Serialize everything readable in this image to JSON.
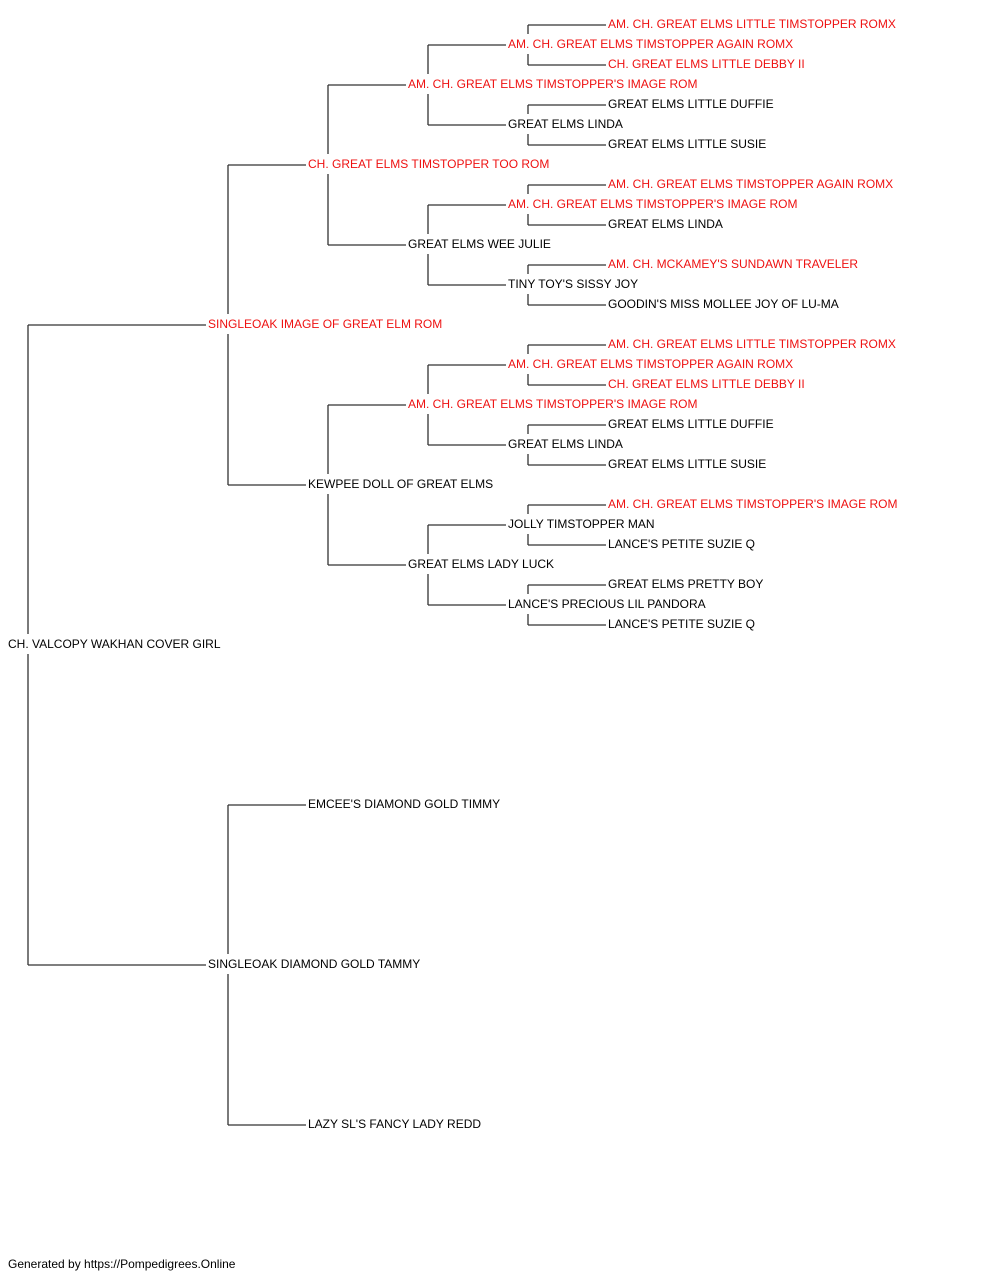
{
  "colors": {
    "champion": "#ee1111",
    "normal": "#000000",
    "line": "#333333"
  },
  "pedigree": [
    {
      "id": "p1",
      "name": "CH. VALCOPY WAKHAN COVER GIRL",
      "champ": false
    },
    {
      "id": "p2",
      "name": "SINGLEOAK IMAGE OF GREAT ELM ROM",
      "champ": true
    },
    {
      "id": "p3",
      "name": "SINGLEOAK DIAMOND GOLD TAMMY",
      "champ": false
    },
    {
      "id": "p4",
      "name": "CH. GREAT ELMS TIMSTOPPER TOO ROM",
      "champ": true
    },
    {
      "id": "p5",
      "name": "KEWPEE DOLL OF GREAT ELMS",
      "champ": false
    },
    {
      "id": "p6",
      "name": "EMCEE'S DIAMOND GOLD TIMMY",
      "champ": false
    },
    {
      "id": "p7",
      "name": "LAZY SL'S FANCY LADY REDD",
      "champ": false
    },
    {
      "id": "p8",
      "name": "AM. CH. GREAT ELMS TIMSTOPPER'S IMAGE ROM",
      "champ": true
    },
    {
      "id": "p9",
      "name": "GREAT ELMS WEE JULIE",
      "champ": false
    },
    {
      "id": "p10",
      "name": "AM. CH. GREAT ELMS TIMSTOPPER'S IMAGE ROM",
      "champ": true
    },
    {
      "id": "p11",
      "name": "GREAT ELMS LADY LUCK",
      "champ": false
    },
    {
      "id": "p16",
      "name": "AM. CH. GREAT ELMS TIMSTOPPER AGAIN ROMX",
      "champ": true
    },
    {
      "id": "p17",
      "name": "GREAT ELMS LINDA",
      "champ": false
    },
    {
      "id": "p18",
      "name": "AM. CH. GREAT ELMS TIMSTOPPER'S IMAGE ROM",
      "champ": true
    },
    {
      "id": "p19",
      "name": "TINY TOY'S SISSY JOY",
      "champ": false
    },
    {
      "id": "p20",
      "name": "AM. CH. GREAT ELMS TIMSTOPPER AGAIN ROMX",
      "champ": true
    },
    {
      "id": "p21",
      "name": "GREAT ELMS LINDA",
      "champ": false
    },
    {
      "id": "p22",
      "name": "JOLLY TIMSTOPPER MAN",
      "champ": false
    },
    {
      "id": "p23",
      "name": "LANCE'S PRECIOUS LIL PANDORA",
      "champ": false
    },
    {
      "id": "p32",
      "name": "AM. CH. GREAT ELMS LITTLE TIMSTOPPER ROMX",
      "champ": true
    },
    {
      "id": "p33",
      "name": "CH. GREAT ELMS LITTLE DEBBY II",
      "champ": true
    },
    {
      "id": "p34",
      "name": "GREAT ELMS LITTLE DUFFIE",
      "champ": false
    },
    {
      "id": "p35",
      "name": "GREAT ELMS LITTLE SUSIE",
      "champ": false
    },
    {
      "id": "p36",
      "name": "AM. CH. GREAT ELMS TIMSTOPPER AGAIN ROMX",
      "champ": true
    },
    {
      "id": "p37",
      "name": "GREAT ELMS LINDA",
      "champ": false
    },
    {
      "id": "p38",
      "name": "AM. CH. MCKAMEY'S SUNDAWN TRAVELER",
      "champ": true
    },
    {
      "id": "p39",
      "name": "GOODIN'S MISS MOLLEE JOY OF LU-MA",
      "champ": false
    },
    {
      "id": "p40",
      "name": "AM. CH. GREAT ELMS LITTLE TIMSTOPPER ROMX",
      "champ": true
    },
    {
      "id": "p41",
      "name": "CH. GREAT ELMS LITTLE DEBBY II",
      "champ": true
    },
    {
      "id": "p42",
      "name": "GREAT ELMS LITTLE DUFFIE",
      "champ": false
    },
    {
      "id": "p43",
      "name": "GREAT ELMS LITTLE SUSIE",
      "champ": false
    },
    {
      "id": "p44",
      "name": "AM. CH. GREAT ELMS TIMSTOPPER'S IMAGE ROM",
      "champ": true
    },
    {
      "id": "p45",
      "name": "LANCE'S PETITE SUZIE Q",
      "champ": false
    },
    {
      "id": "p46",
      "name": "GREAT ELMS PRETTY BOY",
      "champ": false
    },
    {
      "id": "p47",
      "name": "LANCE'S PETITE SUZIE Q",
      "champ": false
    }
  ],
  "footer": "Generated by https://Pompedigrees.Online"
}
